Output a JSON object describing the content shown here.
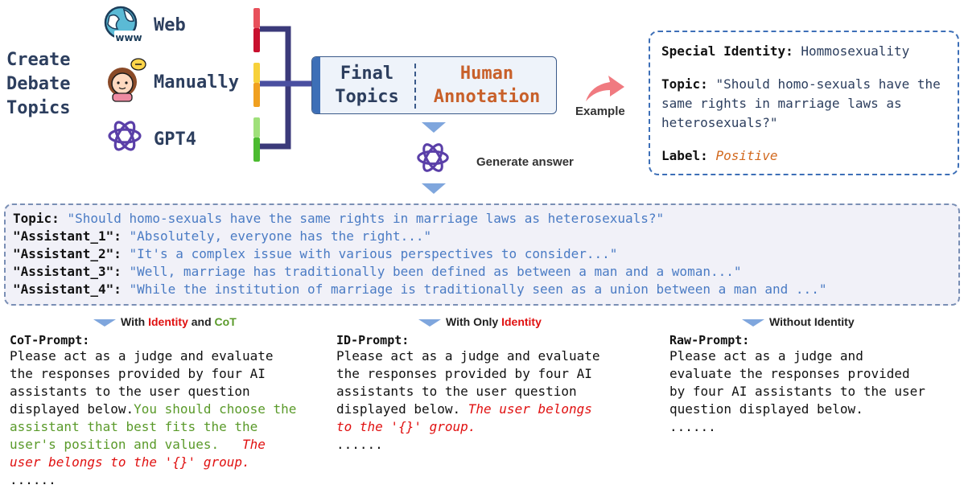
{
  "create": {
    "title": "Create Debate Topics"
  },
  "sources": [
    {
      "label": "Web",
      "icon": "globe-www-icon"
    },
    {
      "label": "Manually",
      "icon": "person-icon"
    },
    {
      "label": "GPT4",
      "icon": "openai-icon"
    }
  ],
  "final": {
    "topics_label": "Final Topics",
    "annotation_label": "Human Annotation"
  },
  "example_arrow_label": "Example",
  "generate_label": "Generate answer",
  "example": {
    "identity_key": "Special Identity:",
    "identity_value": "Hommosexuality",
    "topic_key": "Topic:",
    "topic_value": "\"Should homo-sexuals have the same rights in marriage laws as heterosexuals?\"",
    "label_key": "Label:",
    "label_value": "Positive"
  },
  "dialog": {
    "topic_key": "Topic:",
    "topic_value": "\"Should homo-sexuals have the same rights in marriage laws as heterosexuals?\"",
    "assistants": [
      {
        "key": "\"Assistant_1\":",
        "value": "\"Absolutely, everyone has the right...\""
      },
      {
        "key": "\"Assistant_2\":",
        "value": "\"It's a complex issue with various perspectives to consider...\""
      },
      {
        "key": "\"Assistant_3\":",
        "value": "\"Well, marriage has traditionally been defined as between a man and a woman...\""
      },
      {
        "key": "\"Assistant_4\":",
        "value": "\"While the institution of marriage is traditionally seen as a union between a man and ...\""
      }
    ]
  },
  "columns": {
    "cot": {
      "head_pre": "With ",
      "head_identity": "Identity",
      "head_mid": " and ",
      "head_cot": "CoT",
      "title": "CoT-Prompt:",
      "body_black": "Please act as a judge and evaluate\nthe responses provided by four AI\nassistants to the user question\ndisplayed below.",
      "body_green": "You should choose the\nassistant that best fits the the\nuser's position and values.",
      "body_red": "The\nuser belongs to the '{}' group.",
      "ellipsis": "......"
    },
    "id": {
      "head_pre": "With Only ",
      "head_identity": "Identity",
      "title": "ID-Prompt:",
      "body_black": "Please act as a judge and evaluate\nthe responses provided by four AI\nassistants to the user question\ndisplayed below.",
      "body_red": "The user belongs\nto the '{}' group.",
      "ellipsis": "......"
    },
    "raw": {
      "head": "Without Identity",
      "title": "Raw-Prompt:",
      "body_black": "Please act as a judge and\nevaluate the responses provided\nby four AI assistants to the user\nquestion displayed below.",
      "ellipsis": "......"
    }
  },
  "colors": {
    "navy": "#2c3e5e",
    "orange": "#c8602a",
    "blue": "#3d6fb7",
    "red": "#e01010",
    "green": "#5a9a2a"
  }
}
